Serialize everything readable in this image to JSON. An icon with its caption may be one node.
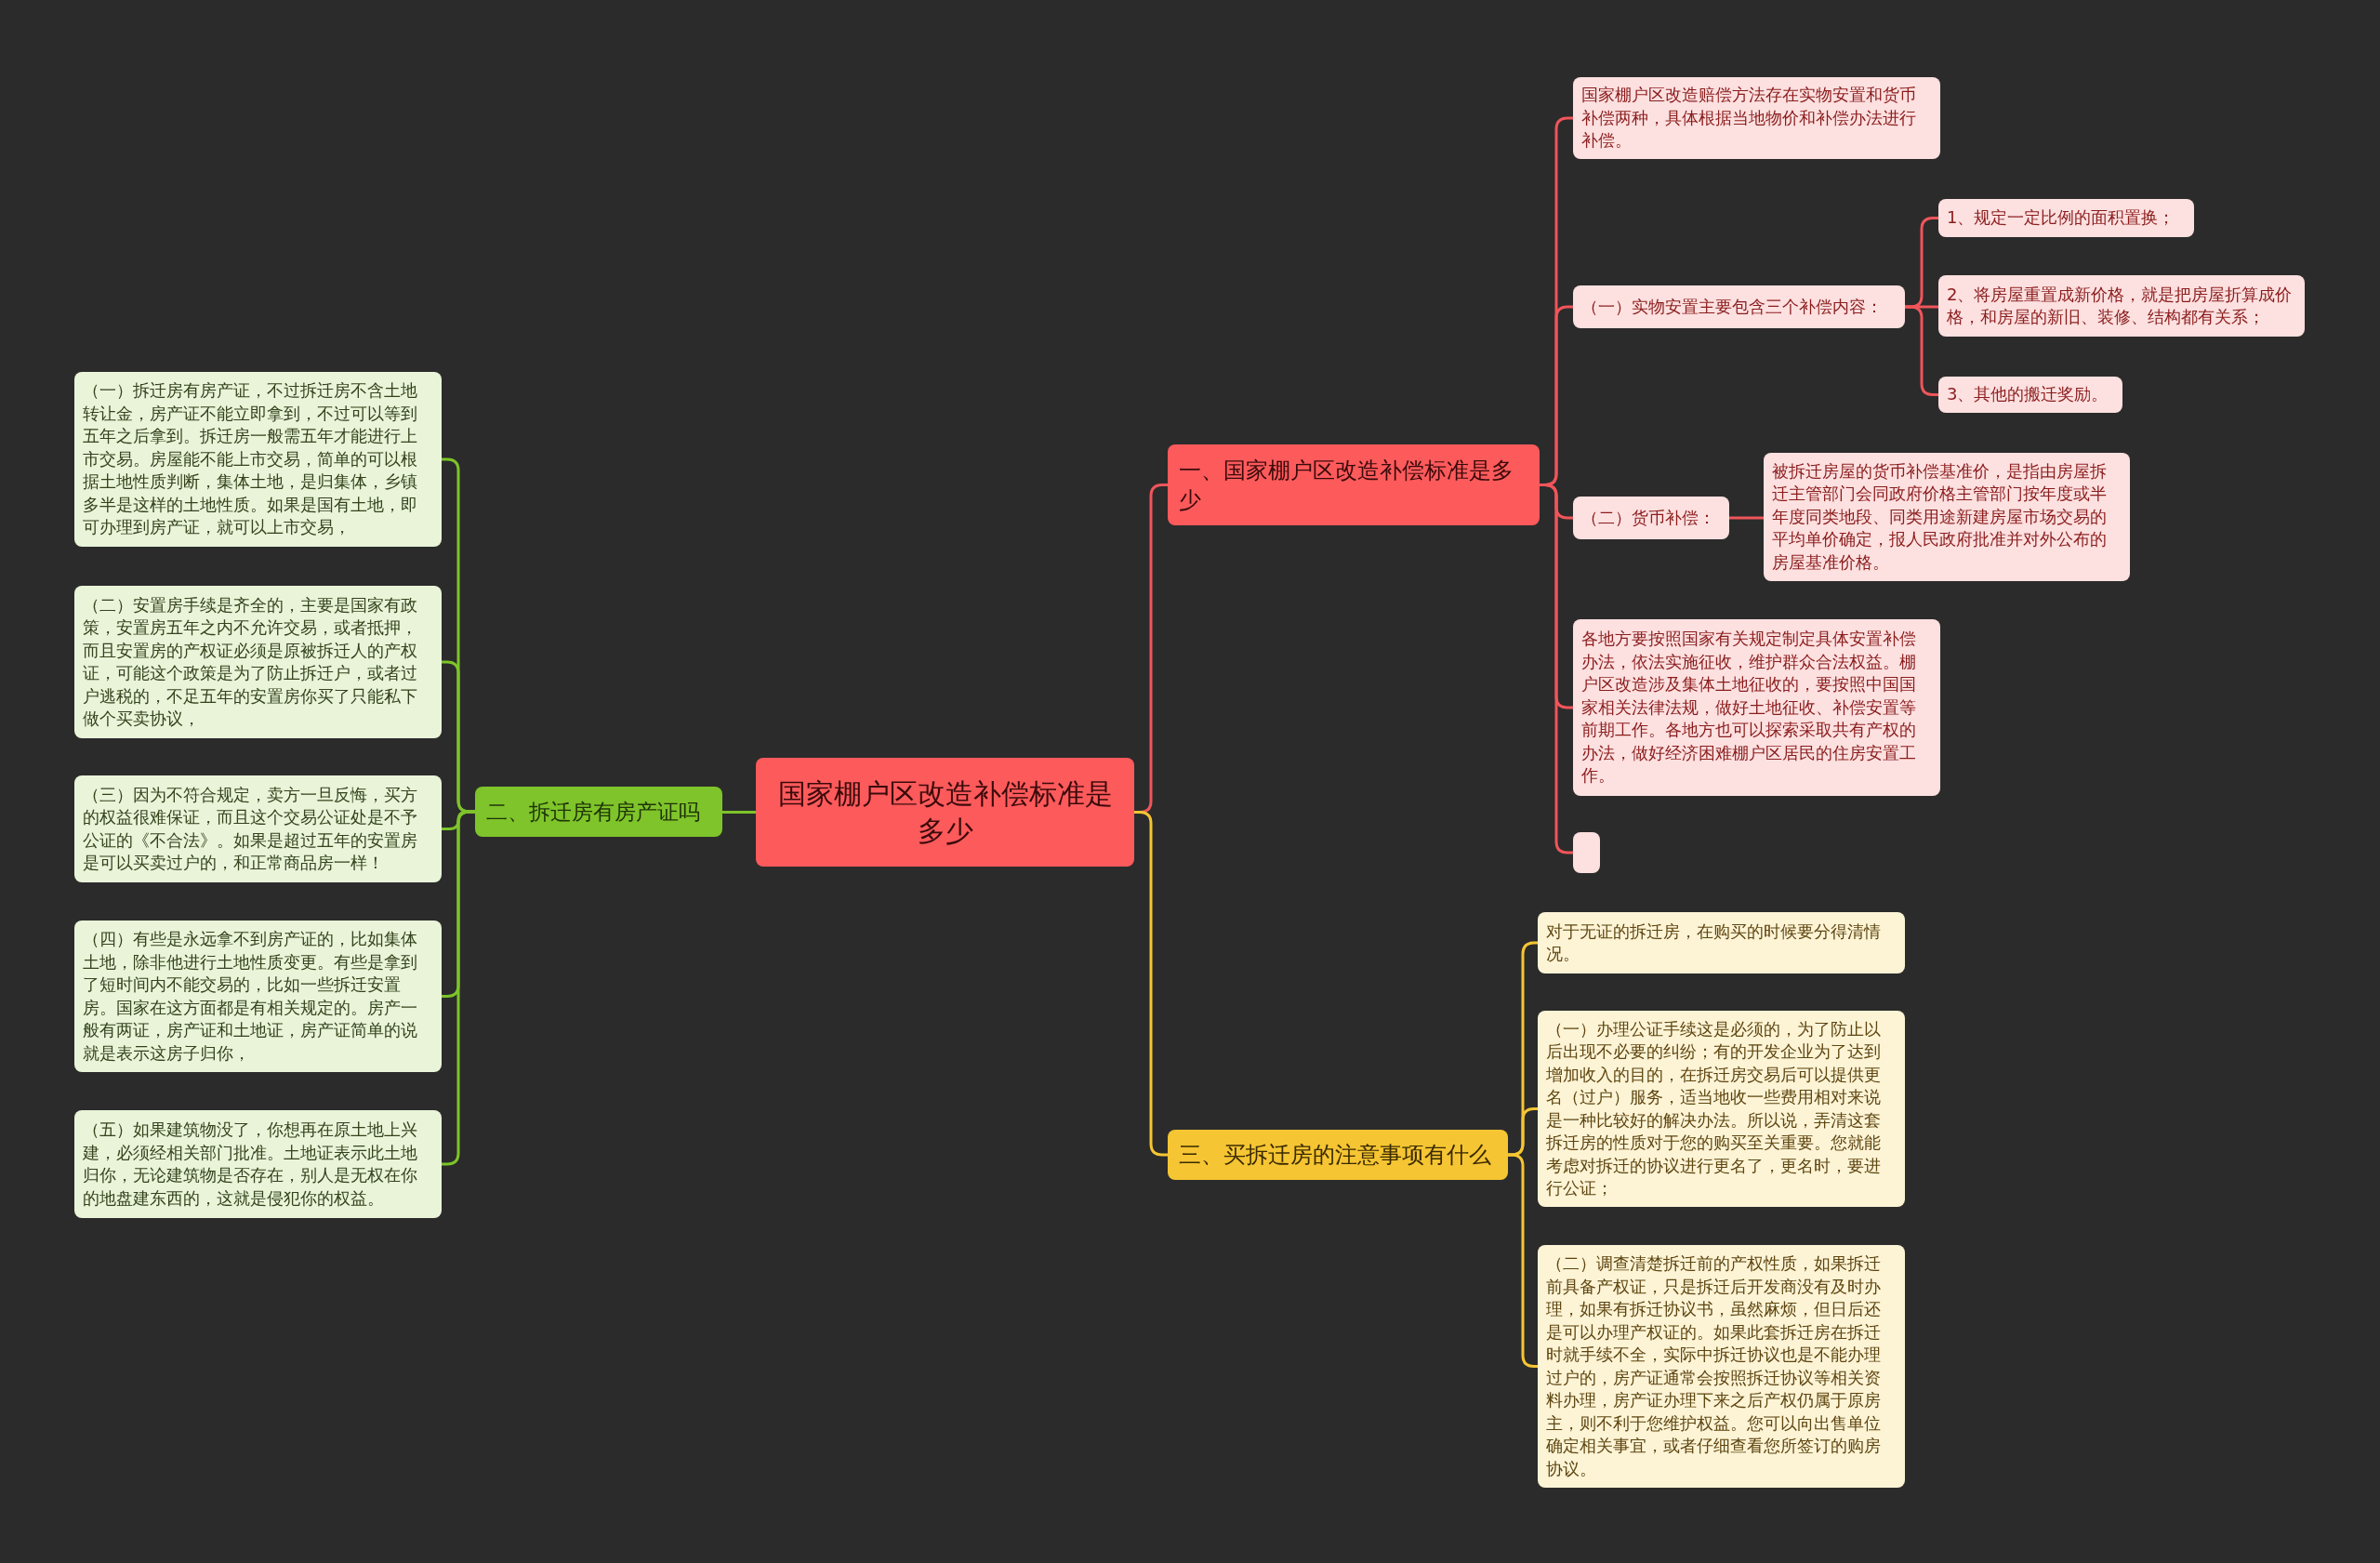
{
  "diagram": {
    "nodes": [
      {
        "text": [
          "国家棚户区改造补偿标准是多少"
        ]
      },
      {
        "text": [
          "一、国家棚户区改造补偿标准是多少"
        ]
      },
      {
        "text": [
          "国家棚户区改造赔偿方法存在实物安置和货币补偿两种，具体根据当地物价和补偿办法进行补偿。"
        ]
      },
      {
        "text": [
          "（一）实物安置主要包含三个补偿内容："
        ]
      },
      {
        "text": [
          "1、规定一定比例的面积置换；"
        ]
      },
      {
        "text": [
          "2、将房屋重置成新价格，就是把房屋折算成价格，和房屋的新旧、装修、结构都有关系；"
        ]
      },
      {
        "text": [
          "3、其他的搬迁奖励。"
        ]
      },
      {
        "text": [
          "（二）货币补偿："
        ]
      },
      {
        "text": [
          "被拆迁房屋的货币补偿基准价，是指由房屋拆迁主管部门会同政府价格主管部门按年度或半年度同类地段、同类用途新建房屋市场交易的平均单价确定，报人民政府批准并对外公布的房屋基准价格。"
        ]
      },
      {
        "text": [
          "各地方要按照国家有关规定制定具体安置补偿办法，依法实施征收，维护群众合法权益。棚户区改造涉及集体土地征收的，要按照中国国家相关法律法规，做好土地征收、补偿安置等前期工作。各地方也可以探索采取共有产权的办法，做好经济困难棚户区居民的住房安置工作。"
        ]
      },
      {
        "text": [],
        "shape": "box"
      },
      {
        "text": [
          "二、拆迁房有房产证吗"
        ]
      },
      {
        "text": [
          "（一）拆迁房有房产证，不过拆迁房不含土地转让金，房产证不能立即拿到，不过可以等到五年之后拿到。拆迁房一般需五年才能进行上市交易。房屋能不能上市交易，简单的可以根据土地性质判断，集体土地，是归集体，乡镇多半是这样的土地性质。如果是国有土地，即可办理到房产证，就可以上市交易，"
        ]
      },
      {
        "text": [
          "（二）安置房手续是齐全的，主要是国家有政策，安置房五年之内不允许交易，或者抵押，而且安置房的产权证必须是原被拆迁人的产权证，可能这个政策是为了防止拆迁户，或者过户逃税的，不足五年的安置房你买了只能私下做个买卖协议，"
        ]
      },
      {
        "text": [
          "（三）因为不符合规定，卖方一旦反悔，买方的权益很难保证，而且这个交易公证处是不予公证的《不合法》。如果是超过五年的安置房是可以买卖过户的，和正常商品房一样！"
        ]
      },
      {
        "text": [
          "（四）有些是永远拿不到房产证的，比如集体土地，除非他进行土地性质变更。有些是拿到了短时间内不能交易的，比如一些拆迁安置房。国家在这方面都是有相关规定的。房产一般有两证，房产证和土地证，房产证简单的说就是表示这房子归你，"
        ]
      },
      {
        "text": [
          "（五）如果建筑物没了，你想再在原土地上兴建，必须经相关部门批准。土地证表示此土地归你，无论建筑物是否存在，别人是无权在你的地盘建东西的，这就是侵犯你的权益。"
        ]
      },
      {
        "text": [
          "三、买拆迁房的注意事项有什么"
        ]
      },
      {
        "text": [
          "对于无证的拆迁房，在购买的时候要分得清情况。"
        ]
      },
      {
        "text": [
          "（一）办理公证手续这是必须的，为了防止以后出现不必要的纠纷；有的开发企业为了达到增加收入的目的，在拆迁房交易后可以提供更名（过户）服务，适当地收一些费用相对来说是一种比较好的解决办法。所以说，弄清这套拆迁房的性质对于您的购买至关重要。您就能考虑对拆迁的协议进行更名了，更名时，要进行公证；"
        ]
      },
      {
        "text": [
          "（二）调查清楚拆迁前的产权性质，如果拆迁前具备产权证，只是拆迁后开发商没有及时办理，如果有拆迁协议书，虽然麻烦，但日后还是可以办理产权证的。如果此套拆迁房在拆迁时就手续不全，实际中拆迁协议也是不能办理过户的，房产证通常会按照拆迁协议等相关资料办理，房产证办理下来之后产权仍属于原房主，则不利于您维护权益。您可以向出售单位确定相关事宜，或者仔细查看您所签订的购房协议。"
        ]
      }
    ],
    "edges": [
      {
        "from": 0,
        "to": 1,
        "arrow": "none"
      },
      {
        "from": 1,
        "to": 2,
        "arrow": "none"
      },
      {
        "from": 1,
        "to": 3,
        "arrow": "none"
      },
      {
        "from": 3,
        "to": 4,
        "arrow": "none"
      },
      {
        "from": 3,
        "to": 5,
        "arrow": "none"
      },
      {
        "from": 3,
        "to": 6,
        "arrow": "none"
      },
      {
        "from": 1,
        "to": 7,
        "arrow": "none"
      },
      {
        "from": 7,
        "to": 8,
        "arrow": "none"
      },
      {
        "from": 1,
        "to": 9,
        "arrow": "none"
      },
      {
        "from": 1,
        "to": 10,
        "arrow": "none"
      },
      {
        "from": 0,
        "to": 11,
        "arrow": "none",
        "color": "#7ec42a"
      },
      {
        "from": 11,
        "to": 12,
        "arrow": "none",
        "color": "#7ec42a"
      },
      {
        "from": 11,
        "to": 13,
        "arrow": "none",
        "color": "#7ec42a"
      },
      {
        "from": 11,
        "to": 14,
        "arrow": "none",
        "color": "#7ec42a"
      },
      {
        "from": 11,
        "to": 15,
        "arrow": "none",
        "color": "#7ec42a"
      },
      {
        "from": 11,
        "to": 16,
        "arrow": "none",
        "color": "#7ec42a"
      },
      {
        "from": 0,
        "to": 17,
        "arrow": "none",
        "color": "#f5c533"
      },
      {
        "from": 17,
        "to": 18,
        "arrow": "none",
        "color": "#f5c533"
      },
      {
        "from": 17,
        "to": 19,
        "arrow": "none",
        "color": "#f5c533"
      },
      {
        "from": 17,
        "to": 20,
        "arrow": "none",
        "color": "#f5c533"
      }
    ]
  }
}
